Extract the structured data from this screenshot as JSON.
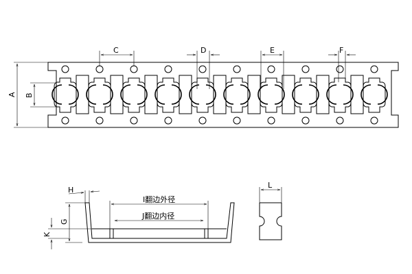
{
  "labels": {
    "A": "A",
    "B": "B",
    "C": "C",
    "D": "D",
    "E": "E",
    "F": "F",
    "G": "G",
    "H": "H",
    "K": "K",
    "L": "L",
    "I": "I翻边外径",
    "J": "J翻边内径"
  },
  "unit_count": 10,
  "line_color": "#000000"
}
